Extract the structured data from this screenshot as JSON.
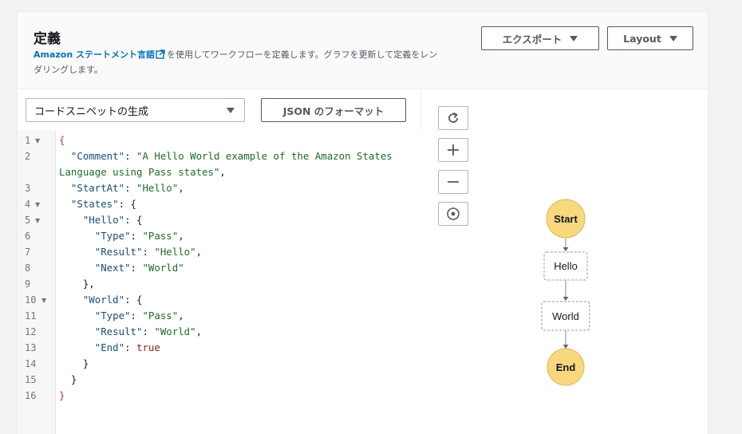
{
  "header": {
    "title": "定義",
    "link_text": "Amazon ステートメント言語",
    "desc_line1_rest": "を使用してワークフローを定義します。グラフを更新して定義をレン",
    "desc_line2": "ダリングします。",
    "export_label": "エクスポート",
    "layout_label": "Layout"
  },
  "editor": {
    "snippet_select": "コードスニペットの生成",
    "format_button": "JSON のフォーマット",
    "line_numbers": [
      "1",
      "2",
      "",
      "3",
      "4",
      "5",
      "6",
      "7",
      "8",
      "9",
      "10",
      "11",
      "12",
      "13",
      "14",
      "15",
      "16"
    ]
  },
  "graph": {
    "nodes": [
      "Start",
      "Hello",
      "World",
      "End"
    ]
  },
  "colors": {
    "accent_link": "#0073bb",
    "start_end_fill": "#f8d77f",
    "start_end_stroke": "#e0b84d"
  },
  "icons": [
    "external-link-icon",
    "refresh-icon",
    "zoom-in-icon",
    "zoom-out-icon",
    "center-icon"
  ]
}
